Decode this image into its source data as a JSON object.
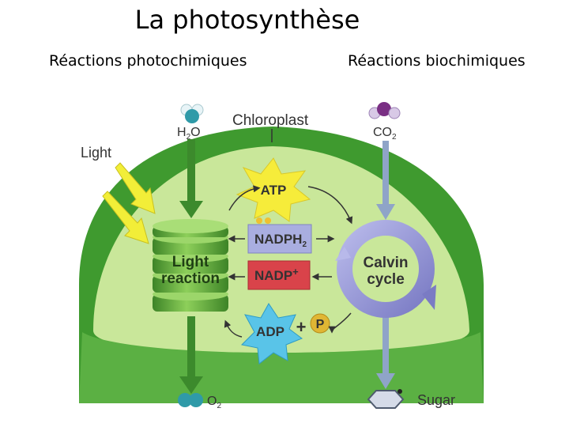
{
  "header": {
    "title": "La photosynthèse",
    "left_subtitle": "Réactions photochimiques",
    "right_subtitle": "Réactions biochimiques"
  },
  "diagram": {
    "h2o": "H",
    "h2o_sub": "2",
    "h2o_o": "O",
    "chloroplast": "Chloroplast",
    "co2": "CO",
    "co2_sub": "2",
    "light": "Light",
    "atp": "ATP",
    "nadph": "NADPH",
    "nadph_sub": "2",
    "nadp": "NADP",
    "nadp_plus": "+",
    "light_reaction_1": "Light",
    "light_reaction_2": "reaction",
    "calvin_1": "Calvin",
    "calvin_2": "cycle",
    "adp": "ADP",
    "adp_plus": "+",
    "p": "P",
    "o2": "O",
    "o2_sub": "2",
    "sugar": "Sugar"
  },
  "colors": {
    "chloroplast_outer": "#3f9a2f",
    "chloroplast_inner": "#c9e79a",
    "thylakoid": "#4f9b35",
    "atp_star": "#f6ec3a",
    "nadph_box": "#a9aee0",
    "nadp_box": "#d9434a",
    "adp_star": "#59c4e8",
    "calvin_cycle": "#8f8fd2",
    "light_arrow": "#f2ee38",
    "arrow_green": "#3c8a2c",
    "arrow_blue": "#8fa4c8"
  }
}
